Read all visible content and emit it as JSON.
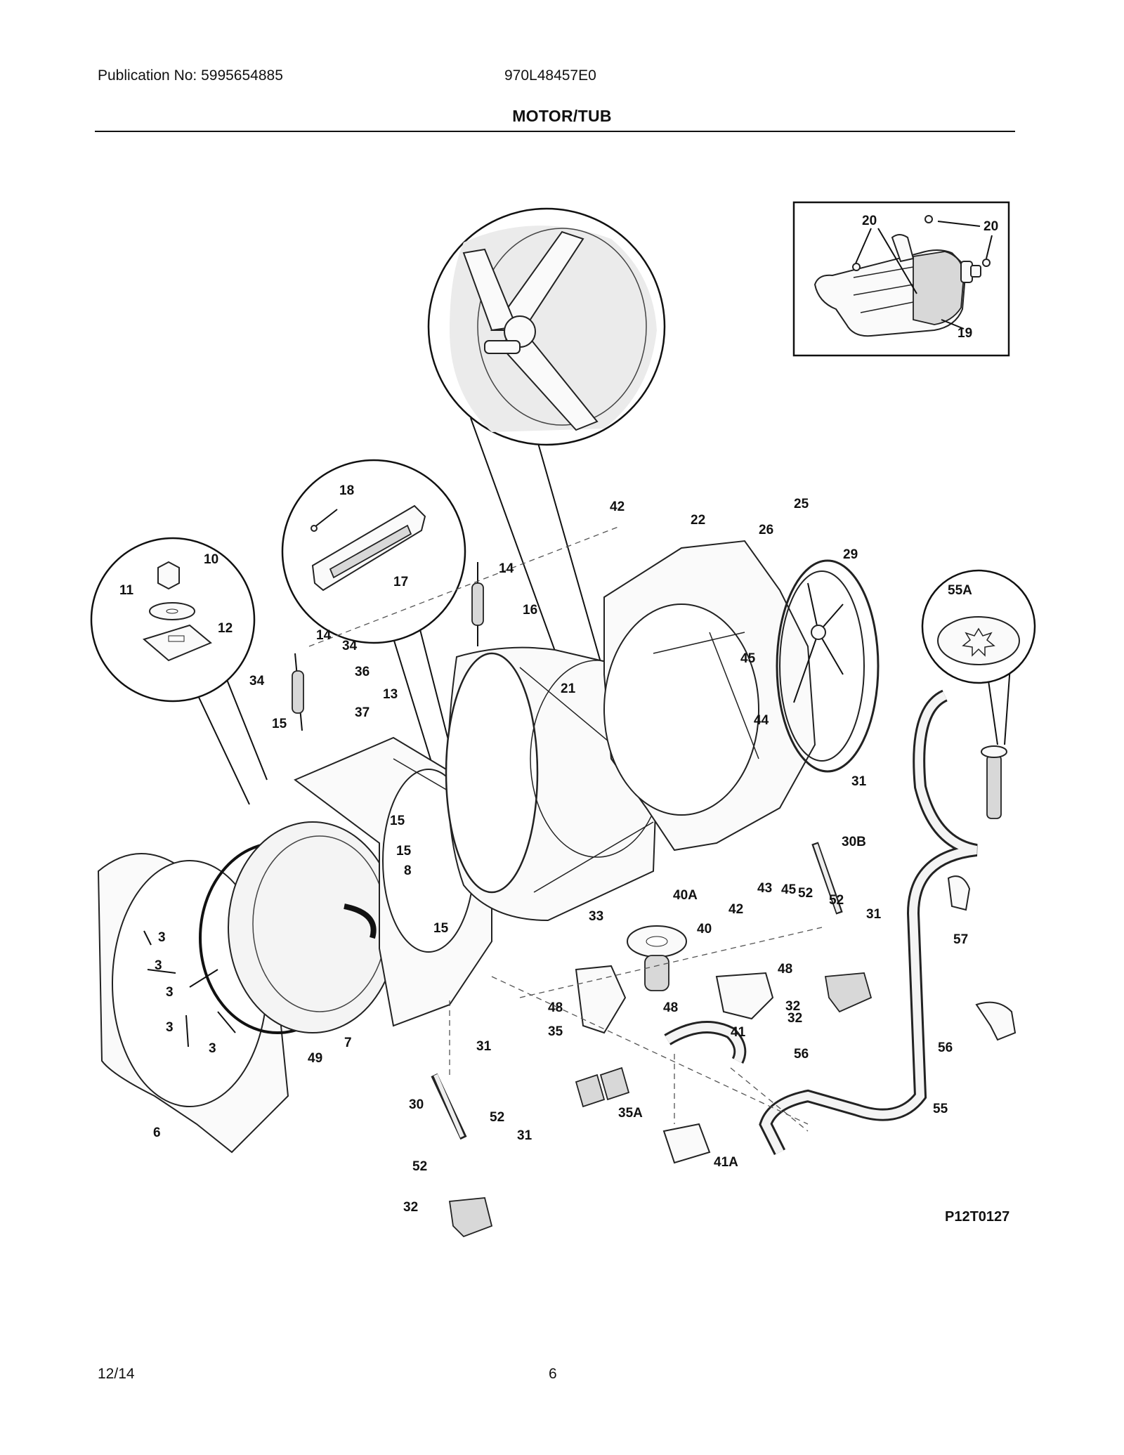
{
  "header": {
    "publication": "Publication No: 5995654885",
    "model": "970L48457E0",
    "title": "MOTOR/TUB"
  },
  "diagram": {
    "image_code": "P12T0127",
    "part_labels": [
      "3",
      "3",
      "3",
      "3",
      "3",
      "6",
      "7",
      "8",
      "10",
      "11",
      "12",
      "13",
      "14",
      "14",
      "15",
      "15",
      "15",
      "15",
      "16",
      "17",
      "18",
      "19",
      "20",
      "20",
      "21",
      "22",
      "25",
      "26",
      "29",
      "30",
      "30B",
      "31",
      "31",
      "31",
      "31",
      "32",
      "32",
      "32",
      "33",
      "34",
      "34",
      "35",
      "35A",
      "36",
      "37",
      "40",
      "40A",
      "41",
      "41A",
      "42",
      "42",
      "43",
      "44",
      "45",
      "45",
      "48",
      "48",
      "48",
      "49",
      "52",
      "52",
      "52",
      "52",
      "55",
      "55A",
      "56",
      "56",
      "57"
    ]
  },
  "footer": {
    "date": "12/14",
    "page": "6"
  }
}
